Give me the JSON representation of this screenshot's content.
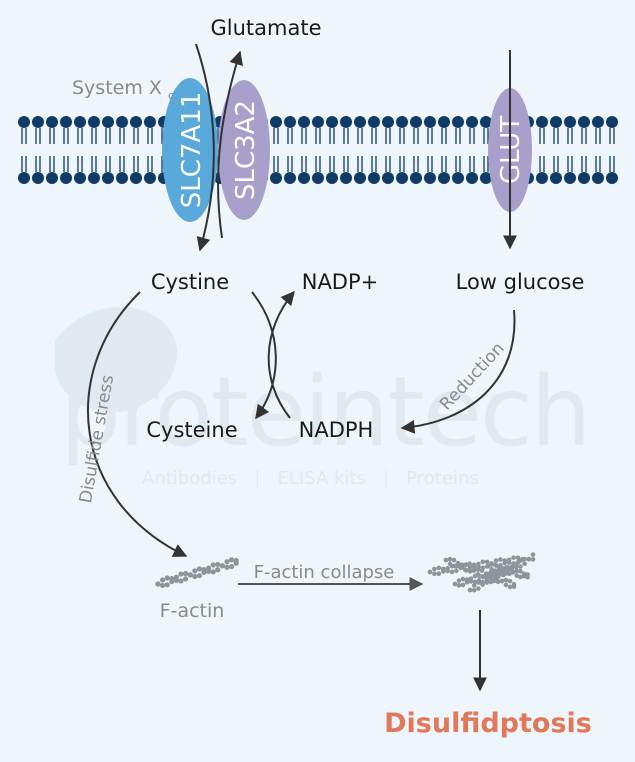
{
  "membrane": {
    "system_label": "System X",
    "system_subscript": "c",
    "system_superscript": "-",
    "transporters": [
      "SLC7A11",
      "SLC3A2",
      "GLUT"
    ]
  },
  "molecules": {
    "glutamate": "Glutamate",
    "cystine": "Cystine",
    "nadp_plus": "NADP+",
    "low_glucose": "Low glucose",
    "cysteine": "Cysteine",
    "nadph": "NADPH",
    "f_actin": "F-actin",
    "disulfidptosis": "Disulfidptosis"
  },
  "process_labels": {
    "reduction": "Reduction",
    "disulfide_stress": "Disulfide stress",
    "f_actin_collapse": "F-actin collapse"
  },
  "watermark": {
    "brand": "proteintech",
    "registered": "®",
    "tagline": "Antibodies   |   ELISA kits   |   Proteins"
  },
  "colors": {
    "background": "#eef6fb",
    "membrane_lipid": "#0f3b66",
    "slc7a11": "#5aa9db",
    "slc3a2": "#a99fcb",
    "glut": "#a99fcb",
    "label_dark": "#1a1a1a",
    "label_gray": "#8a8a8a",
    "arrow": "#333333",
    "disulfidptosis": "#e0785a",
    "actin": "#8c959c"
  }
}
